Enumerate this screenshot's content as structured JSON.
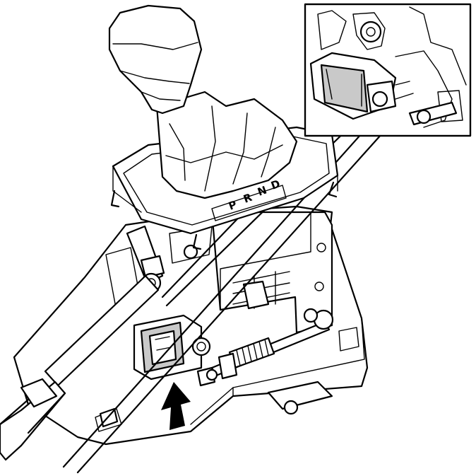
{
  "illustration": {
    "gear_indicator": [
      "P",
      "R",
      "N",
      "D"
    ],
    "colors": {
      "line": "#000000",
      "background": "#ffffff",
      "component_highlight": "#c9c9c9",
      "arrow": "#000000"
    },
    "icons": {
      "direction_arrow": "arrow-up-icon"
    }
  }
}
